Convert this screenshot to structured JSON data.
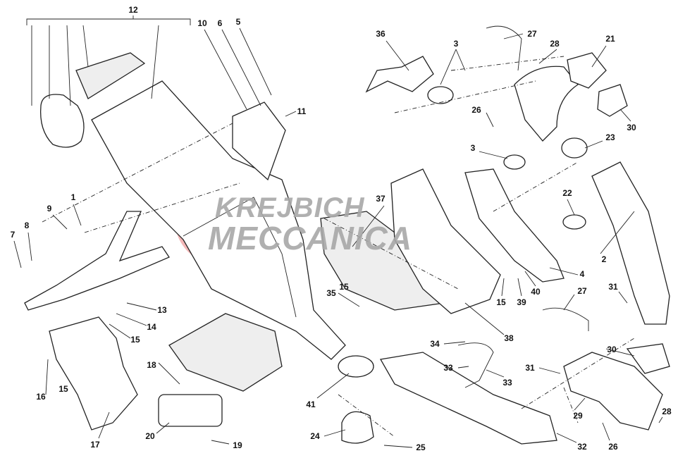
{
  "diagram": {
    "title_group_label": "12",
    "watermark": {
      "line1": "KREJBICH",
      "line2": "MECCANICA",
      "accent": "#f0a0a0",
      "text_color": "#a8a8a8"
    },
    "callouts": [
      {
        "id": "c12",
        "text": "12"
      },
      {
        "id": "c10",
        "text": "10"
      },
      {
        "id": "c6",
        "text": "6"
      },
      {
        "id": "c5",
        "text": "5"
      },
      {
        "id": "c11",
        "text": "11"
      },
      {
        "id": "c1",
        "text": "1"
      },
      {
        "id": "c9",
        "text": "9"
      },
      {
        "id": "c8",
        "text": "8"
      },
      {
        "id": "c7",
        "text": "7"
      },
      {
        "id": "c13",
        "text": "13"
      },
      {
        "id": "c14",
        "text": "14"
      },
      {
        "id": "c15a",
        "text": "15"
      },
      {
        "id": "c16",
        "text": "16"
      },
      {
        "id": "c15b",
        "text": "15"
      },
      {
        "id": "c17",
        "text": "17"
      },
      {
        "id": "c18",
        "text": "18"
      },
      {
        "id": "c20",
        "text": "20"
      },
      {
        "id": "c19",
        "text": "19"
      },
      {
        "id": "c36",
        "text": "36"
      },
      {
        "id": "c3a",
        "text": "3"
      },
      {
        "id": "c27a",
        "text": "27"
      },
      {
        "id": "c28a",
        "text": "28"
      },
      {
        "id": "c21",
        "text": "21"
      },
      {
        "id": "c26a",
        "text": "26"
      },
      {
        "id": "c3b",
        "text": "3"
      },
      {
        "id": "c23",
        "text": "23"
      },
      {
        "id": "c30a",
        "text": "30"
      },
      {
        "id": "c22",
        "text": "22"
      },
      {
        "id": "c37",
        "text": "37"
      },
      {
        "id": "c2",
        "text": "2"
      },
      {
        "id": "c4",
        "text": "4"
      },
      {
        "id": "c40",
        "text": "40"
      },
      {
        "id": "c39",
        "text": "39"
      },
      {
        "id": "c15c",
        "text": "15"
      },
      {
        "id": "c35",
        "text": "35"
      },
      {
        "id": "c15d",
        "text": "15"
      },
      {
        "id": "c38",
        "text": "38"
      },
      {
        "id": "c27b",
        "text": "27"
      },
      {
        "id": "c31a",
        "text": "31"
      },
      {
        "id": "c34",
        "text": "34"
      },
      {
        "id": "c30b",
        "text": "30"
      },
      {
        "id": "c33a",
        "text": "33"
      },
      {
        "id": "c33b",
        "text": "33"
      },
      {
        "id": "c31b",
        "text": "31"
      },
      {
        "id": "c41",
        "text": "41"
      },
      {
        "id": "c29",
        "text": "29"
      },
      {
        "id": "c28b",
        "text": "28"
      },
      {
        "id": "c24",
        "text": "24"
      },
      {
        "id": "c25",
        "text": "25"
      },
      {
        "id": "c32",
        "text": "32"
      },
      {
        "id": "c26b",
        "text": "26"
      }
    ]
  }
}
